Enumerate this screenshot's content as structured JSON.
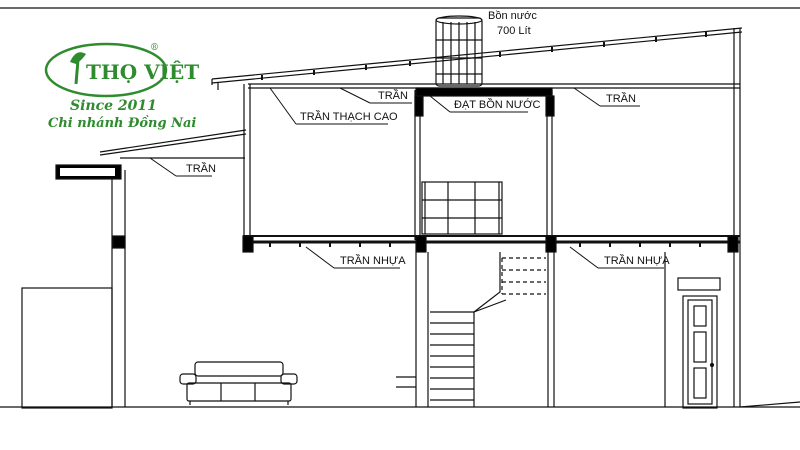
{
  "brand": {
    "name": "THỌ VIỆT",
    "registered": "®",
    "since": "Since 2011",
    "branch": "Chi nhánh Đồng Nai",
    "color": "#2e8b2e"
  },
  "labels": {
    "tank": "Bồn nước",
    "tank_capacity": "700 Lít",
    "tran_left": "TRẦN",
    "tran_top": "TRẦN",
    "tran_right": "TRẦN",
    "tran_thach_cao": "TRẦN THẠCH CAO",
    "dat_bon_nuoc": "ĐẠT BỒN NƯỚC",
    "tran_nhua_left": "TRẦN NHỰA",
    "tran_nhua_right": "TRẦN NHỰA"
  },
  "colors": {
    "line": "#111111",
    "dark": "#000000"
  }
}
